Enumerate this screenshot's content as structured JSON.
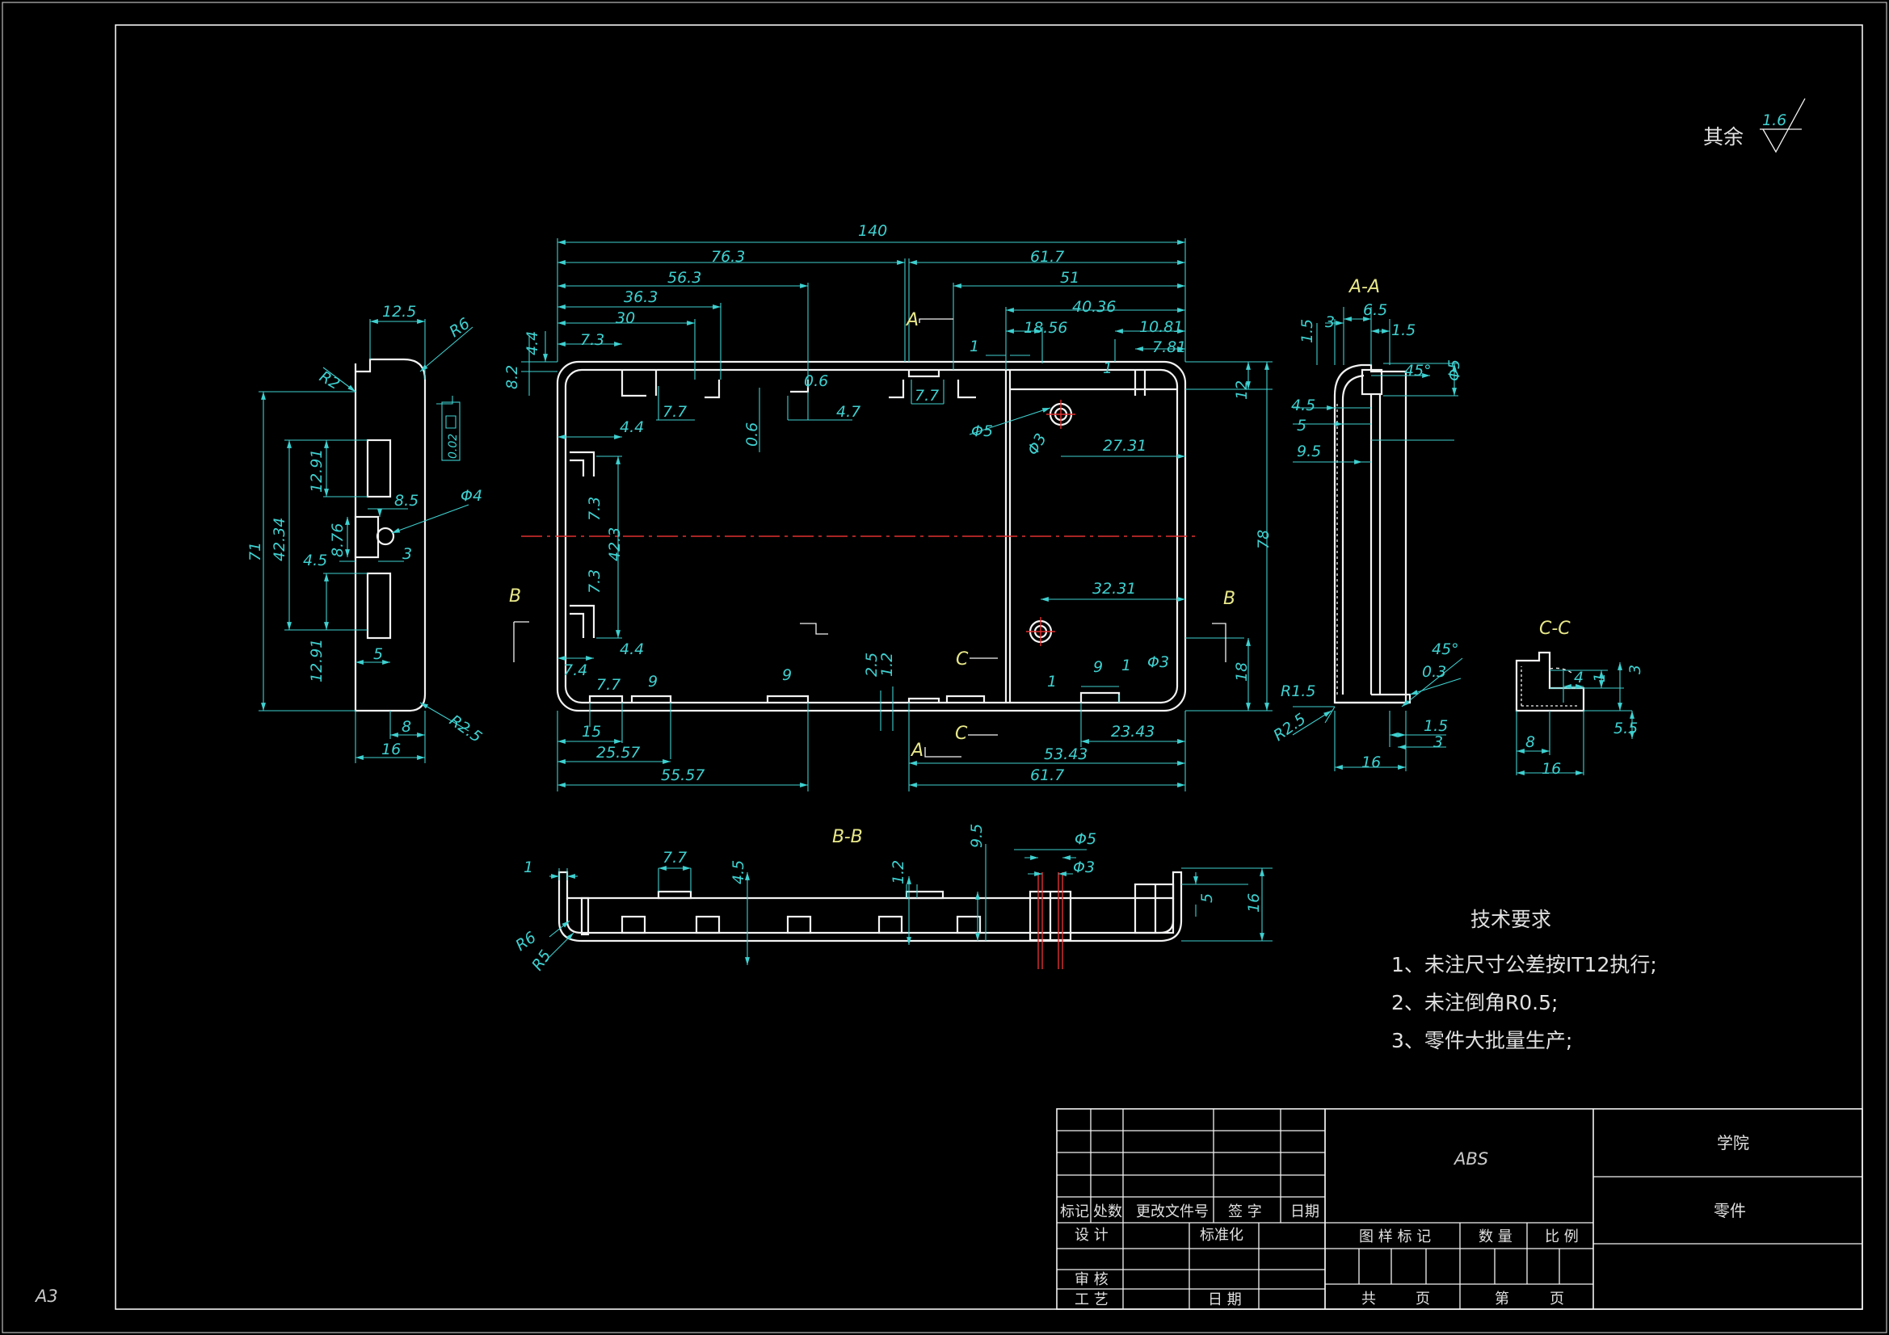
{
  "surface_label": "其余",
  "surface_value": "1.6",
  "sheet_size": "A3",
  "tech_requirements": {
    "title": "技术要求",
    "items": [
      "1、未注尺寸公差按IT12执行;",
      "2、未注倒角R0.5;",
      "3、零件大批量生产;"
    ]
  },
  "section_labels": {
    "aa": "A-A",
    "bb": "B-B",
    "cc": "C-C",
    "a": "A",
    "b": "B",
    "c": "C"
  },
  "dims_main": {
    "d140": "140",
    "d763": "76.3",
    "d617": "61.7",
    "d563": "56.3",
    "d51": "51",
    "d363": "36.3",
    "d4036": "40.36",
    "d30": "30",
    "d1856": "18.56",
    "d1081": "10.81",
    "d73": "7.3",
    "d781": "7.81",
    "d1": "1",
    "d44": "4.4",
    "d82": "8.2",
    "d06": "0.6",
    "d47": "4.7",
    "d77": "7.7",
    "d12": "12",
    "d5": "Φ5",
    "d3": "Φ3",
    "d2731": "27.31",
    "d423": "42.3",
    "d78": "78",
    "d3231": "32.31",
    "d18": "18",
    "d9": "9",
    "d25": "2.5",
    "d15": "15",
    "d2557": "25.57",
    "d5557": "55.57",
    "d2343": "23.43",
    "d5343": "53.43",
    "d74": "7.4",
    "d12b": "1.2"
  },
  "dims_left": {
    "d125": "12.5",
    "dR6": "R6",
    "dR2": "R2",
    "d71": "71",
    "d4234": "42.34",
    "d1291": "12.91",
    "d876": "8.76",
    "d45": "4.5",
    "d85": "8.5",
    "dphi4": "Φ4",
    "d3": "3",
    "d5": "5",
    "d8": "8",
    "d16": "16",
    "dR25": "R2.5",
    "flatness": "0.02"
  },
  "dims_aa": {
    "d15": "1.5",
    "d3": "3",
    "d65": "6.5",
    "d45deg": "45°",
    "dphi5": "Φ5",
    "d45": "4.5",
    "d5": "5",
    "d95": "9.5",
    "d45b": "45°",
    "d03": "0.3",
    "dR15": "R1.5",
    "dR25": "R2.5",
    "d16": "16",
    "d3b": "3"
  },
  "dims_cc": {
    "d4": "4",
    "d1": "1",
    "d3": "3",
    "d8": "8",
    "d55": "5.5",
    "d16": "16"
  },
  "dims_bb": {
    "d1": "1",
    "d77": "7.7",
    "d45": "4.5",
    "d12": "1.2",
    "d95": "9.5",
    "dphi5": "Φ5",
    "dphi3": "Φ3",
    "d5": "5",
    "d16": "16",
    "dR6": "R6",
    "dR5": "R5"
  },
  "title_block": {
    "rev_headers": [
      "标记",
      "处数",
      "更改文件号",
      "签 字",
      "日期"
    ],
    "design": "设 计",
    "standardize": "标准化",
    "review": "审 核",
    "process": "工 艺",
    "date": "日 期",
    "material": "ABS",
    "drawing_mark": "图 样 标 记",
    "quantity": "数 量",
    "scale": "比 例",
    "total": "共",
    "page": "页",
    "sheet_no": "第",
    "page2": "页",
    "institution": "学院",
    "part_name": "零件"
  }
}
